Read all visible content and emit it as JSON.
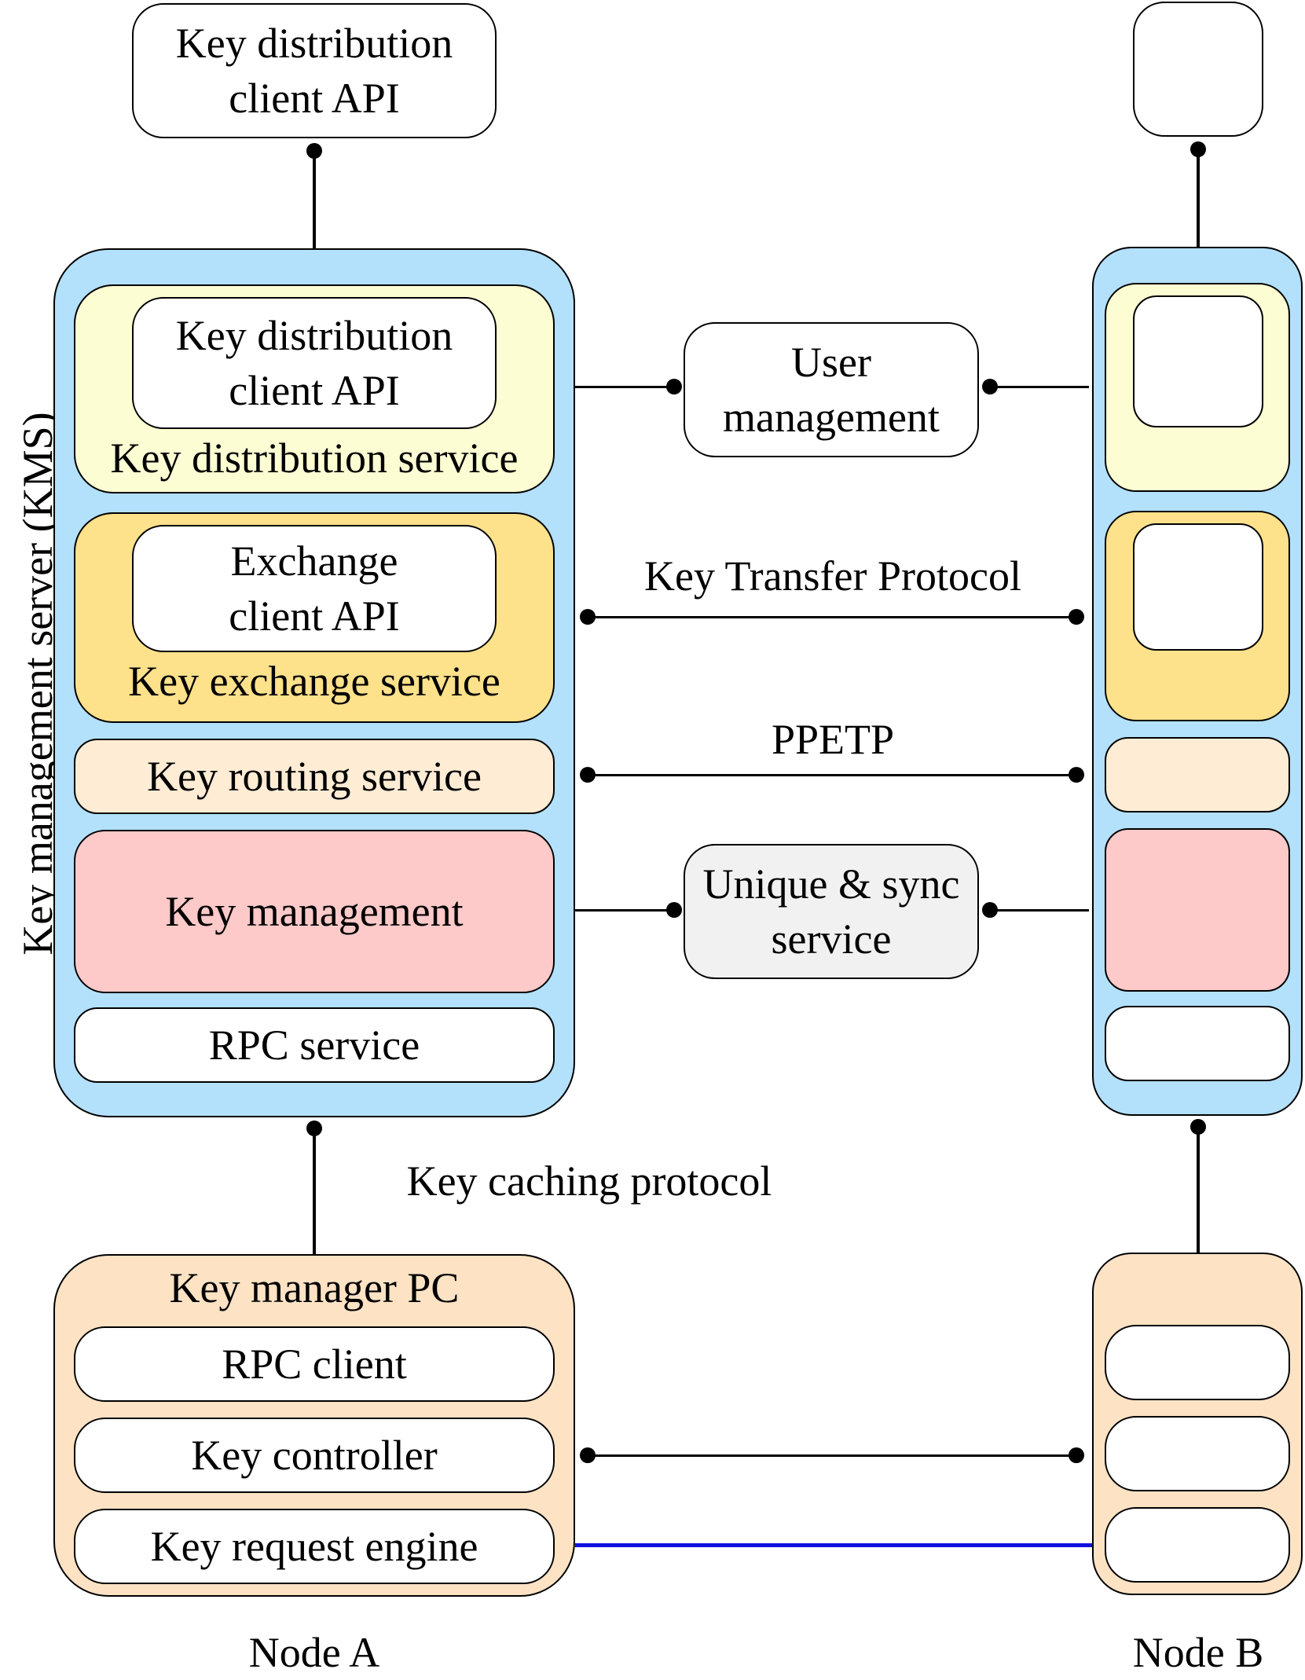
{
  "top_api_a": "Key distribution client API",
  "kms": {
    "vertical_label": "Key management server (KMS)",
    "distribution": {
      "api": "Key distribution client API",
      "service": "Key distribution service"
    },
    "exchange": {
      "api": "Exchange client API",
      "service": "Key exchange service"
    },
    "routing": "Key routing service",
    "management": "Key management",
    "rpc": "RPC service"
  },
  "middle": {
    "user_management": "User management",
    "key_transfer": "Key Transfer Protocol",
    "ppetp": "PPETP",
    "unique_sync": "Unique & sync service",
    "key_caching": "Key caching protocol"
  },
  "pc": {
    "title": "Key manager PC",
    "rpc_client": "RPC client",
    "key_controller": "Key controller",
    "key_request_engine": "Key request engine"
  },
  "nodes": {
    "a": "Node A",
    "b": "Node B"
  },
  "colors": {
    "kms_bg": "#b3e0fb",
    "distribution_bg": "#fdfdd3",
    "exchange_bg": "#fee18b",
    "routing_bg": "#feecd4",
    "management_bg": "#fec9c9",
    "unique_bg": "#f1f1f1",
    "pc_bg": "#fde2c4",
    "request_link": "#1010e0"
  }
}
